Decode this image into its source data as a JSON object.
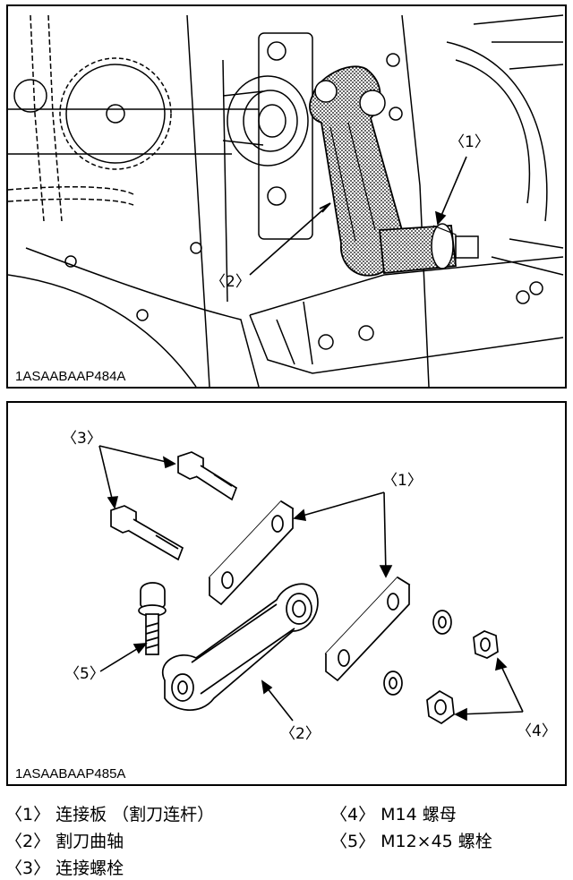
{
  "figure_top": {
    "code": "1ASAABAAP484A",
    "callouts": [
      "〈1〉",
      "〈2〉"
    ]
  },
  "figure_bottom": {
    "code": "1ASAABAAP485A",
    "callouts": [
      "〈3〉",
      "〈1〉",
      "〈5〉",
      "〈2〉",
      "〈4〉"
    ]
  },
  "legend": [
    {
      "num": "〈1〉",
      "label": "连接板 （割刀连杆）"
    },
    {
      "num": "〈2〉",
      "label": "割刀曲轴"
    },
    {
      "num": "〈3〉",
      "label": "连接螺栓"
    },
    {
      "num": "〈4〉",
      "label": "M14 螺母"
    },
    {
      "num": "〈5〉",
      "label": "M12×45 螺栓"
    }
  ]
}
